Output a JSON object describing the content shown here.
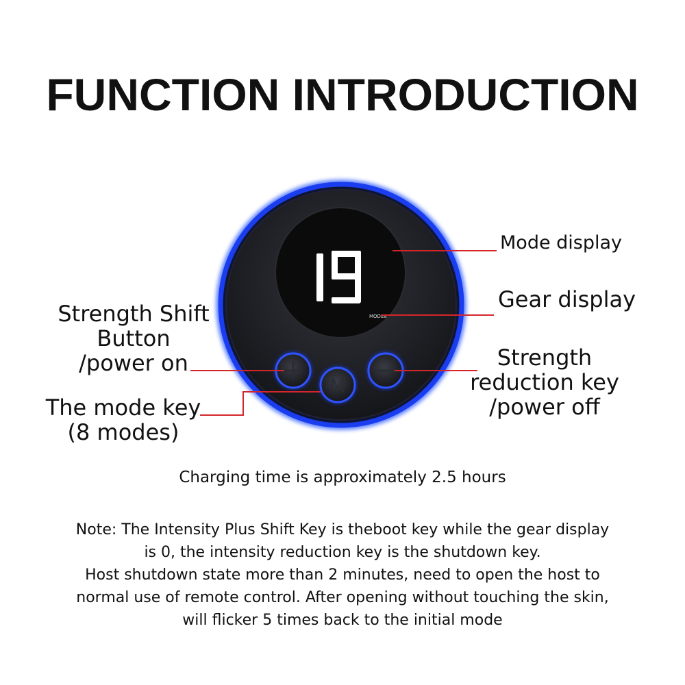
{
  "title": "FUNCTION INTRODUCTION",
  "device": {
    "display_value": "19",
    "display_sub": "MODE8",
    "buttons": {
      "plus": "+",
      "mode": "M",
      "minus": "−"
    },
    "colors": {
      "ring": "#1a3df0",
      "glow": "#3f6bff",
      "body": "#1c1d22",
      "screen": "#0b0b0c",
      "leader": "#d4262a"
    }
  },
  "labels": {
    "mode_display": "Mode display",
    "gear_display": "Gear display",
    "strength_shift": [
      "Strength Shift",
      "Button",
      "/power on"
    ],
    "strength_reduction": [
      "Strength",
      "reduction key",
      "/power off"
    ],
    "mode_key": [
      "The mode key",
      "(8 modes)"
    ]
  },
  "charging": "Charging time is approximately 2.5 hours",
  "note_lines": [
    "Note: The Intensity Plus Shift Key is theboot key while the gear display",
    "is 0, the intensity reduction key is the shutdown key.",
    "Host shutdown state more than 2 minutes, need to open the host to",
    "normal use of remote control. After opening without touching the skin,",
    "will flicker 5 times back to the initial mode"
  ]
}
